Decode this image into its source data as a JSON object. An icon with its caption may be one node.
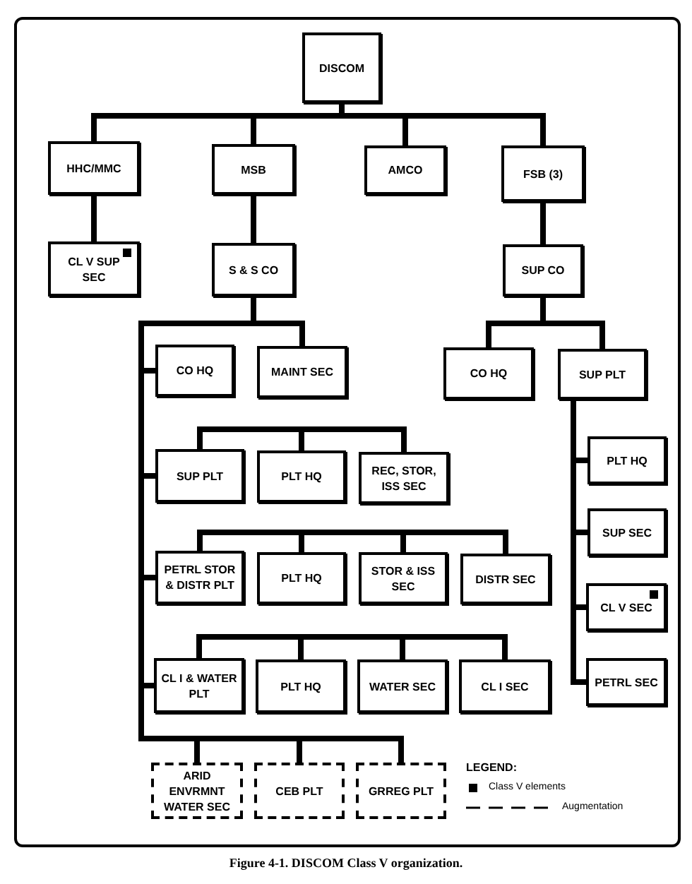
{
  "diagram": {
    "caption": "Figure 4-1. DISCOM Class V organization.",
    "nodes": [
      {
        "text": [
          "DISCOM"
        ]
      },
      {
        "text": [
          "HHC/MMC"
        ]
      },
      {
        "text": [
          "MSB"
        ]
      },
      {
        "text": [
          "AMCO"
        ]
      },
      {
        "text": [
          "FSB (3)"
        ]
      },
      {
        "text": [
          "CL V SUP SEC"
        ]
      },
      {
        "text": [
          "S & S CO"
        ]
      },
      {
        "text": [
          "SUP CO"
        ]
      },
      {
        "text": [
          "CO HQ"
        ]
      },
      {
        "text": [
          "MAINT SEC"
        ]
      },
      {
        "text": [
          "CO HQ"
        ]
      },
      {
        "text": [
          "SUP PLT"
        ]
      },
      {
        "text": [
          "SUP PLT"
        ]
      },
      {
        "text": [
          "PLT HQ"
        ]
      },
      {
        "text": [
          "REC, STOR, ISS SEC"
        ]
      },
      {
        "text": [
          "PLT HQ"
        ]
      },
      {
        "text": [
          "SUP SEC"
        ]
      },
      {
        "text": [
          "PETRL STOR & DISTR PLT"
        ]
      },
      {
        "text": [
          "PLT HQ"
        ]
      },
      {
        "text": [
          "STOR & ISS SEC"
        ]
      },
      {
        "text": [
          "DISTR SEC"
        ]
      },
      {
        "text": [
          "CL V SEC"
        ]
      },
      {
        "text": [
          "PETRL SEC"
        ]
      },
      {
        "text": [
          "CL I & WATER PLT"
        ]
      },
      {
        "text": [
          "PLT HQ"
        ]
      },
      {
        "text": [
          "WATER SEC"
        ]
      },
      {
        "text": [
          "CL I SEC"
        ]
      },
      {
        "text": [
          "ARID ENVRMNT WATER SEC"
        ]
      },
      {
        "text": [
          "CEB PLT"
        ]
      },
      {
        "text": [
          "GRREG PLT"
        ]
      }
    ],
    "edges": [
      {
        "from": 0,
        "to": 1,
        "arrow": "none"
      },
      {
        "from": 0,
        "to": 2,
        "arrow": "none"
      },
      {
        "from": 0,
        "to": 3,
        "arrow": "none"
      },
      {
        "from": 0,
        "to": 4,
        "arrow": "none"
      },
      {
        "from": 1,
        "to": 5,
        "arrow": "none"
      },
      {
        "from": 2,
        "to": 6,
        "arrow": "none"
      },
      {
        "from": 4,
        "to": 7,
        "arrow": "none"
      },
      {
        "from": 6,
        "to": 8,
        "arrow": "none"
      },
      {
        "from": 6,
        "to": 9,
        "arrow": "none"
      },
      {
        "from": 6,
        "to": 12,
        "arrow": "none"
      },
      {
        "from": 6,
        "to": 17,
        "arrow": "none"
      },
      {
        "from": 6,
        "to": 23,
        "arrow": "none"
      },
      {
        "from": 6,
        "to": 27,
        "arrow": "none"
      },
      {
        "from": 6,
        "to": 28,
        "arrow": "none"
      },
      {
        "from": 6,
        "to": 29,
        "arrow": "none"
      },
      {
        "from": 7,
        "to": 10,
        "arrow": "none"
      },
      {
        "from": 7,
        "to": 11,
        "arrow": "none"
      },
      {
        "from": 11,
        "to": 15,
        "arrow": "none"
      },
      {
        "from": 11,
        "to": 16,
        "arrow": "none"
      },
      {
        "from": 11,
        "to": 21,
        "arrow": "none"
      },
      {
        "from": 11,
        "to": 22,
        "arrow": "none"
      },
      {
        "from": 12,
        "to": 13,
        "arrow": "none"
      },
      {
        "from": 12,
        "to": 14,
        "arrow": "none"
      },
      {
        "from": 17,
        "to": 18,
        "arrow": "none"
      },
      {
        "from": 17,
        "to": 19,
        "arrow": "none"
      },
      {
        "from": 17,
        "to": 20,
        "arrow": "none"
      },
      {
        "from": 23,
        "to": 24,
        "arrow": "none"
      },
      {
        "from": 23,
        "to": 25,
        "arrow": "none"
      },
      {
        "from": 23,
        "to": 26,
        "arrow": "none"
      }
    ],
    "labels": [
      "LEGEND:"
    ],
    "legend": [
      {
        "text": "Class V elements",
        "color": "#000000"
      },
      {
        "text": "Augmentation"
      }
    ]
  }
}
